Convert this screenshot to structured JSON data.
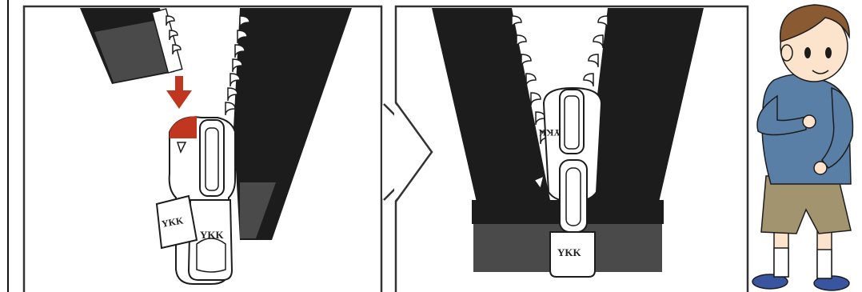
{
  "illustration": {
    "brand_labels": {
      "slider_panel1": "YKK",
      "tab_panel1": "YKK",
      "slider_panel2_upside_down": "YKK",
      "tab_panel2": "YKK"
    },
    "colors": {
      "zipper_tape": "#1c1c1c",
      "tape_stop": "#4a4a4a",
      "arrow": "#c0361f",
      "pin_highlight": "#c0361f",
      "jacket": "#5a7fa6",
      "shorts": "#a39470",
      "skin": "#fbe3cc",
      "hair": "#8a5a32",
      "shoes": "#3a55a0"
    },
    "icons": [
      "down-arrow-icon"
    ]
  }
}
